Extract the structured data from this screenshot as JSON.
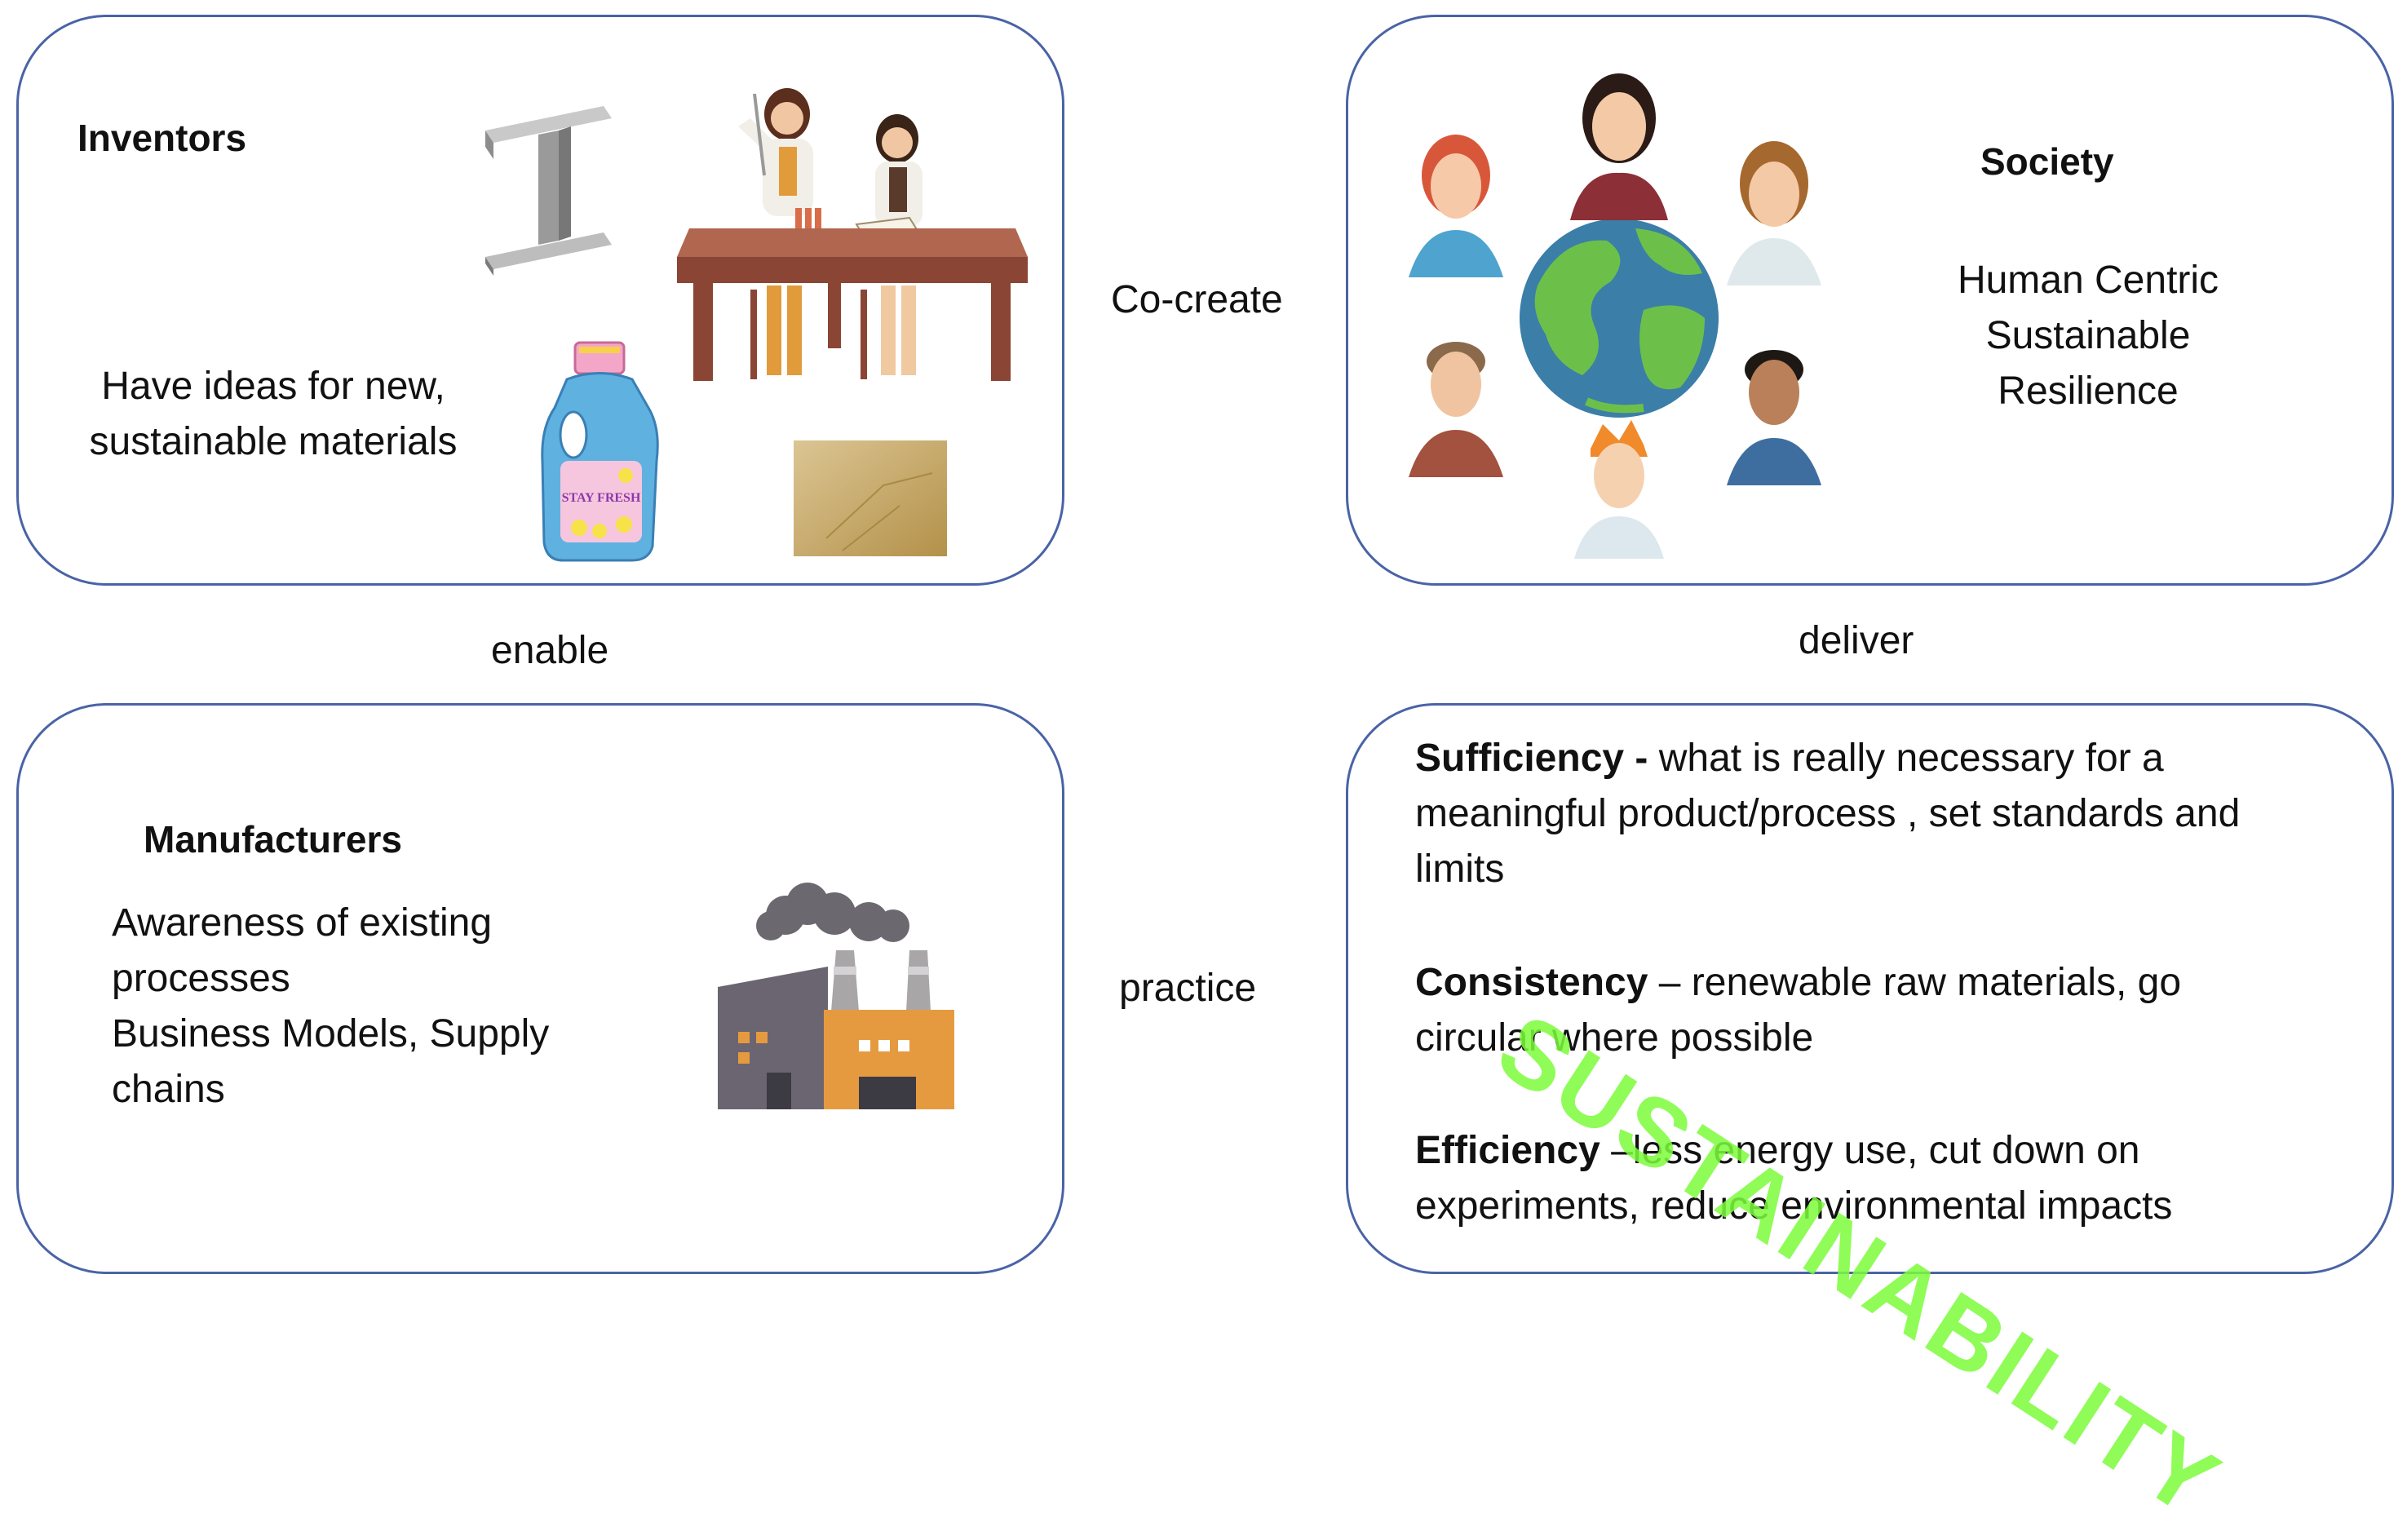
{
  "inventors": {
    "title": "Inventors",
    "description_lines": [
      "Have ideas for new,",
      "sustainable materials"
    ]
  },
  "society": {
    "title": "Society",
    "values": [
      "Human Centric",
      "Sustainable",
      "Resilience"
    ]
  },
  "manufacturers": {
    "title": "Manufacturers",
    "lines": [
      "Awareness of existing",
      "processes",
      "Business Models, Supply",
      "chains"
    ]
  },
  "sustainability": {
    "watermark": "SUSTAINABILITY",
    "items": [
      {
        "term": "Sufficiency -",
        "lines": [
          " what is really necessary for a",
          "meaningful product/process , set standards and",
          "limits"
        ]
      },
      {
        "term": "Consistency",
        "lines": [
          " – renewable raw materials, go",
          "circular where possible"
        ]
      },
      {
        "term": "Efficiency",
        "lines": [
          " –less energy use, cut down on",
          "experiments, reduce environmental impacts"
        ]
      }
    ]
  },
  "connectors": {
    "co_create": "Co-create",
    "enable": "enable",
    "deliver": "deliver",
    "practice": "practice"
  },
  "illustrations": {
    "steel_beam": "steel-beam-icon",
    "lab_scientists": "scientists-at-desk-illustration",
    "detergent_bottle": "detergent-bottle-icon",
    "detergent_label": "STAY FRESH",
    "material_sample": "material-sheet-icon",
    "globe": "globe-icon",
    "people": "people-avatars-icon",
    "factory": "factory-icon"
  },
  "colors": {
    "border": "#4a63a6",
    "watermark": "#7cfc3c"
  }
}
